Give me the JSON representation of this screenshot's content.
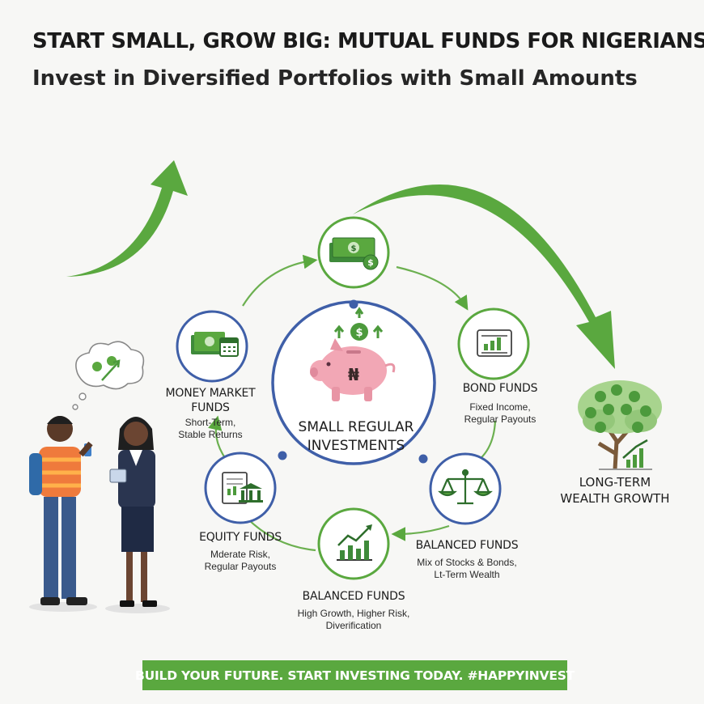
{
  "header": {
    "title": "START SMALL, GROW BIG: MUTUAL FUNDS FOR NIGERIANS",
    "subtitle": "Invest in Diversified Portfolios with Small Amounts"
  },
  "center": {
    "label_line1": "SMALL REGULAR",
    "label_line2": "INVESTMENTS",
    "currency_symbol": "₦"
  },
  "funds": [
    {
      "title_line1": "MONEY MARKET",
      "title_line2": "FUNDS",
      "desc_line1": "Short-Term,",
      "desc_line2": "Stable Returns",
      "icon": "cash-calendar-icon"
    },
    {
      "title_line1": "BOND FUNDS",
      "desc_line1": "Fixed Income,",
      "desc_line2": "Regular Payouts",
      "icon": "bond-certificate-icon"
    },
    {
      "title_line1": "BALANCED FUNDS",
      "desc_line1": "Mix of Stocks & Bonds,",
      "desc_line2": "Lt-Term Wealth",
      "icon": "scales-icon"
    },
    {
      "title_line1": "BALANCED FUNDS",
      "desc_line1": "High Growth, Higher Risk,",
      "desc_line2": "Diverification",
      "icon": "growth-chart-icon"
    },
    {
      "title_line1": "EQUITY FUNDS",
      "desc_line1": "Mderate Risk,",
      "desc_line2": "Regular Payouts",
      "icon": "bank-document-icon"
    }
  ],
  "top_icon": "money-stack-icon",
  "goal": {
    "line1": "LONG-TERM",
    "line2": "WEALTH GROWTH",
    "icon": "money-tree-icon"
  },
  "banner": {
    "text": "BUILD YOUR FUTURE. START INVESTING TODAY. #HAPPYINVEST"
  },
  "colors": {
    "green": "#5aa83f",
    "blue": "#3f5fa8",
    "pink": "#f2a7b5",
    "background": "#f7f7f5"
  }
}
